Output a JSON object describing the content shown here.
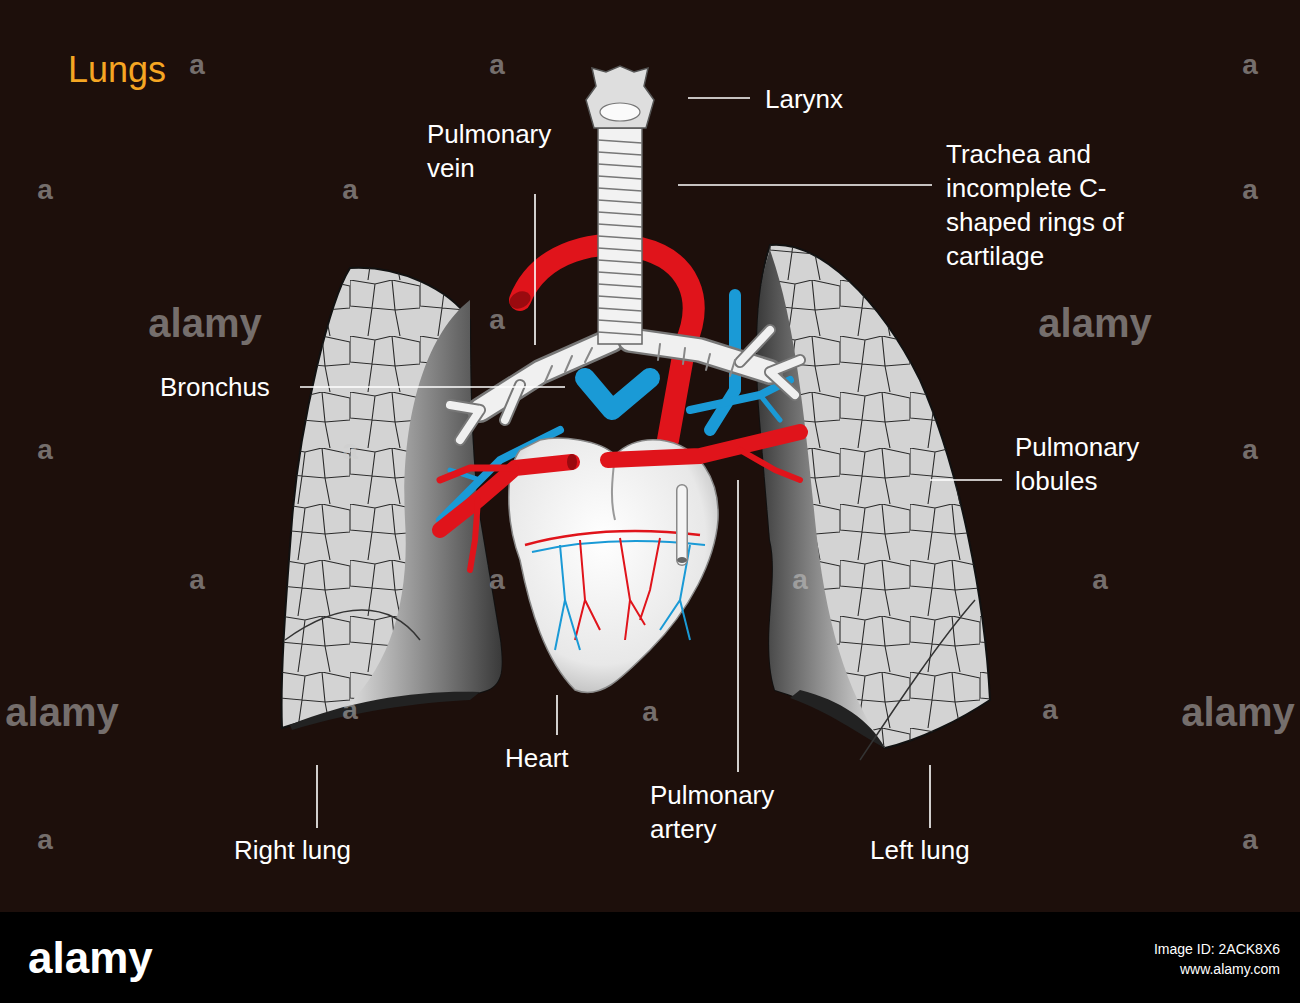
{
  "diagram": {
    "title": "Lungs",
    "labels": [
      "Larynx",
      "Pulmonary vein",
      "Trachea and incomplete C-shaped rings of cartilage",
      "Bronchus",
      "Pulmonary lobules",
      "Heart",
      "Pulmonary artery",
      "Right lung",
      "Left lung",
      "alamy",
      "alamy",
      "alamy",
      "alamy",
      "a",
      "a",
      "a",
      "a",
      "a",
      "a",
      "a",
      "a",
      "a",
      "a",
      "a",
      "a",
      "a",
      "a",
      "a",
      "a",
      "a",
      "a",
      "a",
      "alamy",
      "Image ID: 2ACK8X6",
      "www.alamy.com"
    ]
  }
}
